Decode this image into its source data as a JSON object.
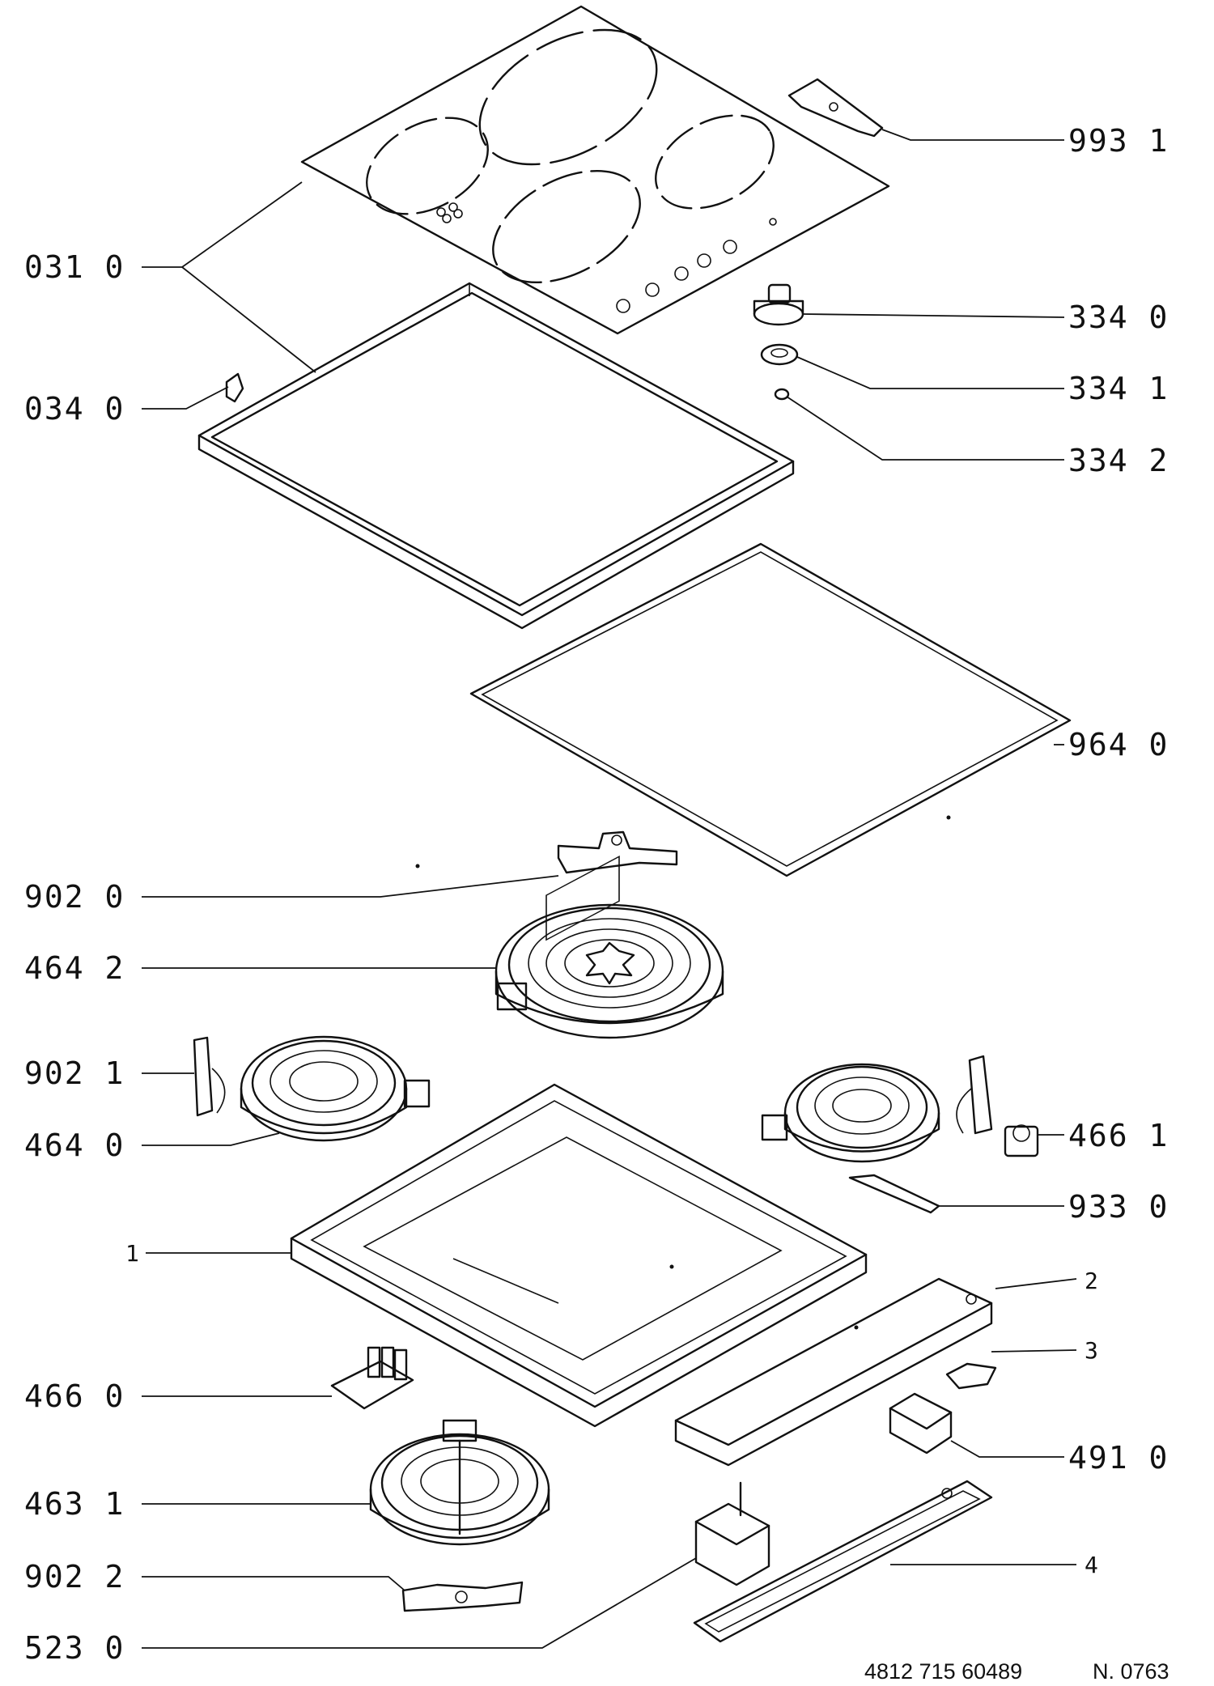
{
  "labels": {
    "l993_1": "993 1",
    "l031_0": "031 0",
    "l334_0": "334 0",
    "l334_1": "334 1",
    "l334_2": "334 2",
    "l034_0": "034 0",
    "l964_0": "964 0",
    "l902_0": "902 0",
    "l464_2": "464 2",
    "l902_1": "902 1",
    "l464_0": "464 0",
    "l466_1": "466 1",
    "l933_0": "933 0",
    "l1": "1",
    "l2": "2",
    "l3": "3",
    "l466_0": "466 0",
    "l491_0": "491 0",
    "l463_1": "463 1",
    "l4": "4",
    "l902_2": "902 2",
    "l523_0": "523 0"
  },
  "footer": {
    "doc_number": "4812 715 60489",
    "sheet": "N. 0763"
  }
}
